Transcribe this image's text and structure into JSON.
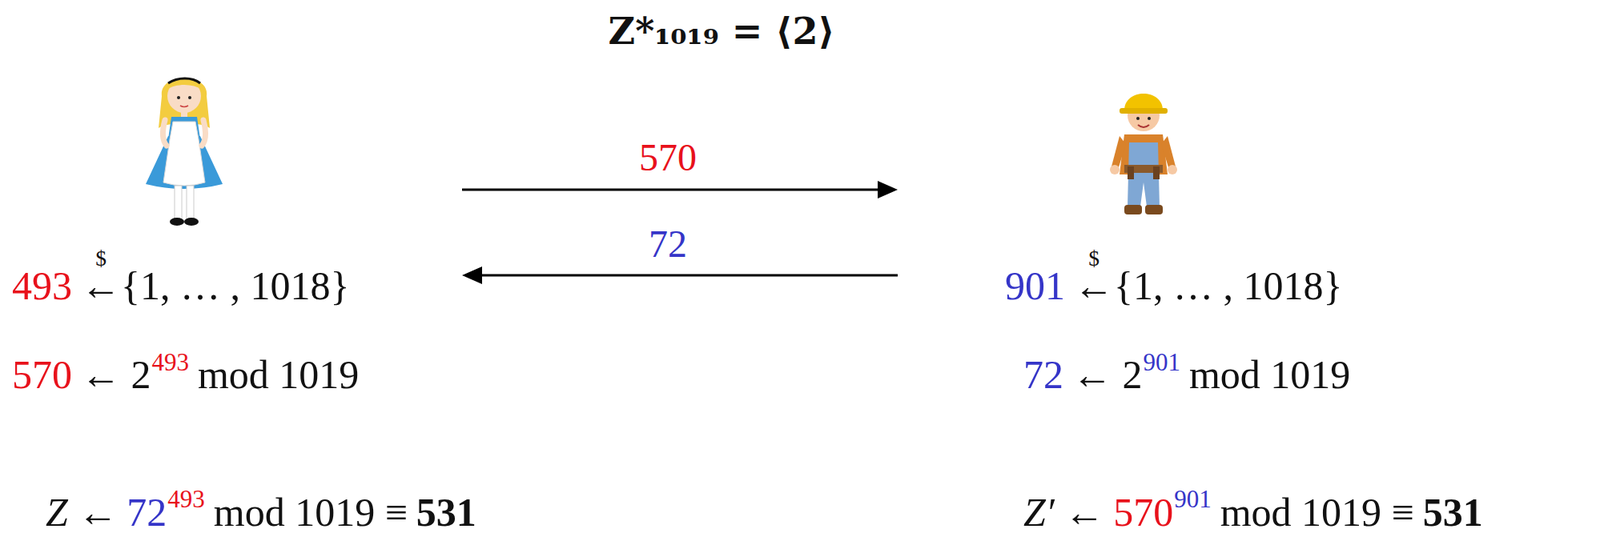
{
  "diagram": {
    "title": "Z*₁₀₁₉ = ⟨2⟩",
    "labels": [
      "570",
      "72",
      "493",
      "$",
      "←",
      "{1, … , 1018}",
      "901",
      "$",
      "←",
      "{1, … , 1018}",
      "570",
      "← 2",
      "493",
      "mod 1019",
      "72",
      "← 2",
      "901",
      "mod 1019",
      "Z ←",
      "72",
      "493",
      "mod 1019 ≡",
      "531",
      "Z′ ←",
      "570",
      "901",
      "mod 1019 ≡",
      "531"
    ]
  }
}
